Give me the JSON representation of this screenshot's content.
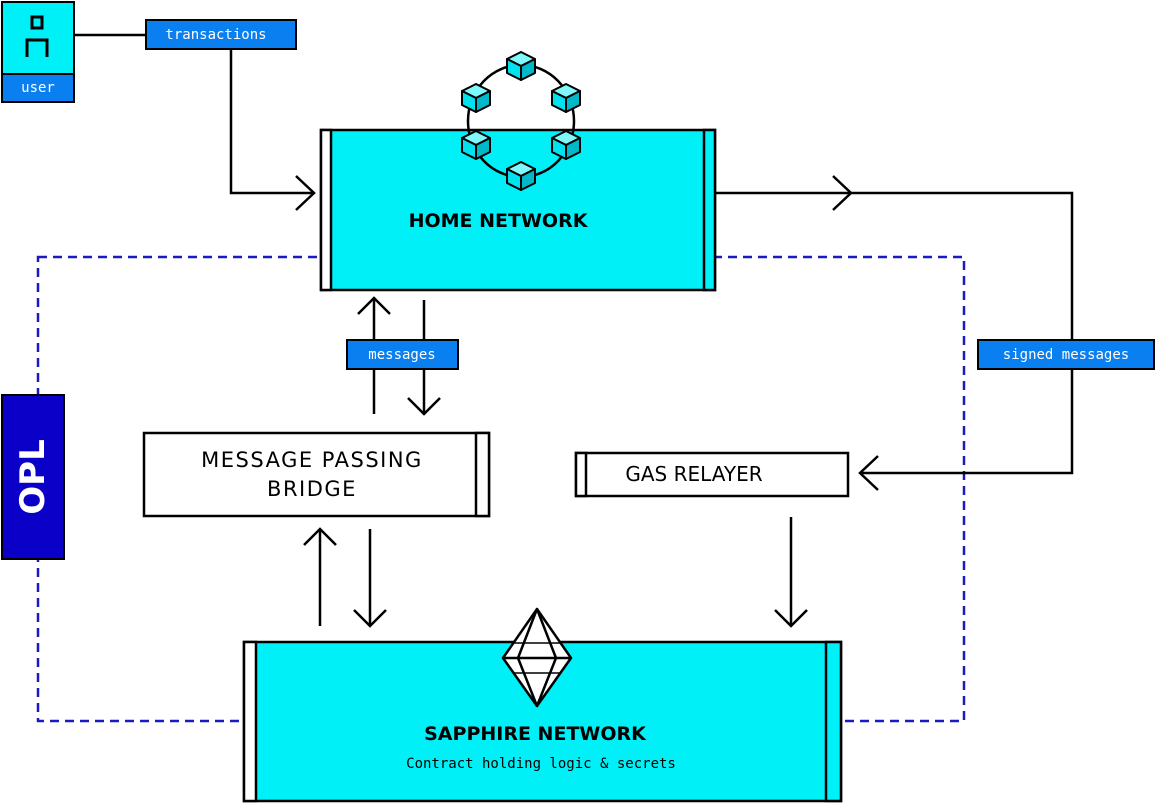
{
  "colors": {
    "cyan": "#00f0f8",
    "label_blue": "#0a7ff0",
    "opl_blue": "#0a00c8",
    "dash_blue": "#1a1ac0",
    "line": "#000000",
    "white": "#ffffff"
  },
  "user": {
    "label": "user",
    "icon": "user-icon"
  },
  "labels": {
    "transactions": "transactions",
    "messages": "messages",
    "signed_messages": "signed messages"
  },
  "opl": {
    "label": "OPL"
  },
  "home_network": {
    "title": "HOME NETWORK",
    "icon": "blockchain-ring-icon"
  },
  "bridge": {
    "line1": "MESSAGE PASSING",
    "line2": "BRIDGE"
  },
  "gas_relayer": {
    "title": "GAS RELAYER"
  },
  "sapphire_network": {
    "title": "SAPPHIRE NETWORK",
    "subtitle": "Contract holding logic & secrets",
    "icon": "gem-icon"
  }
}
